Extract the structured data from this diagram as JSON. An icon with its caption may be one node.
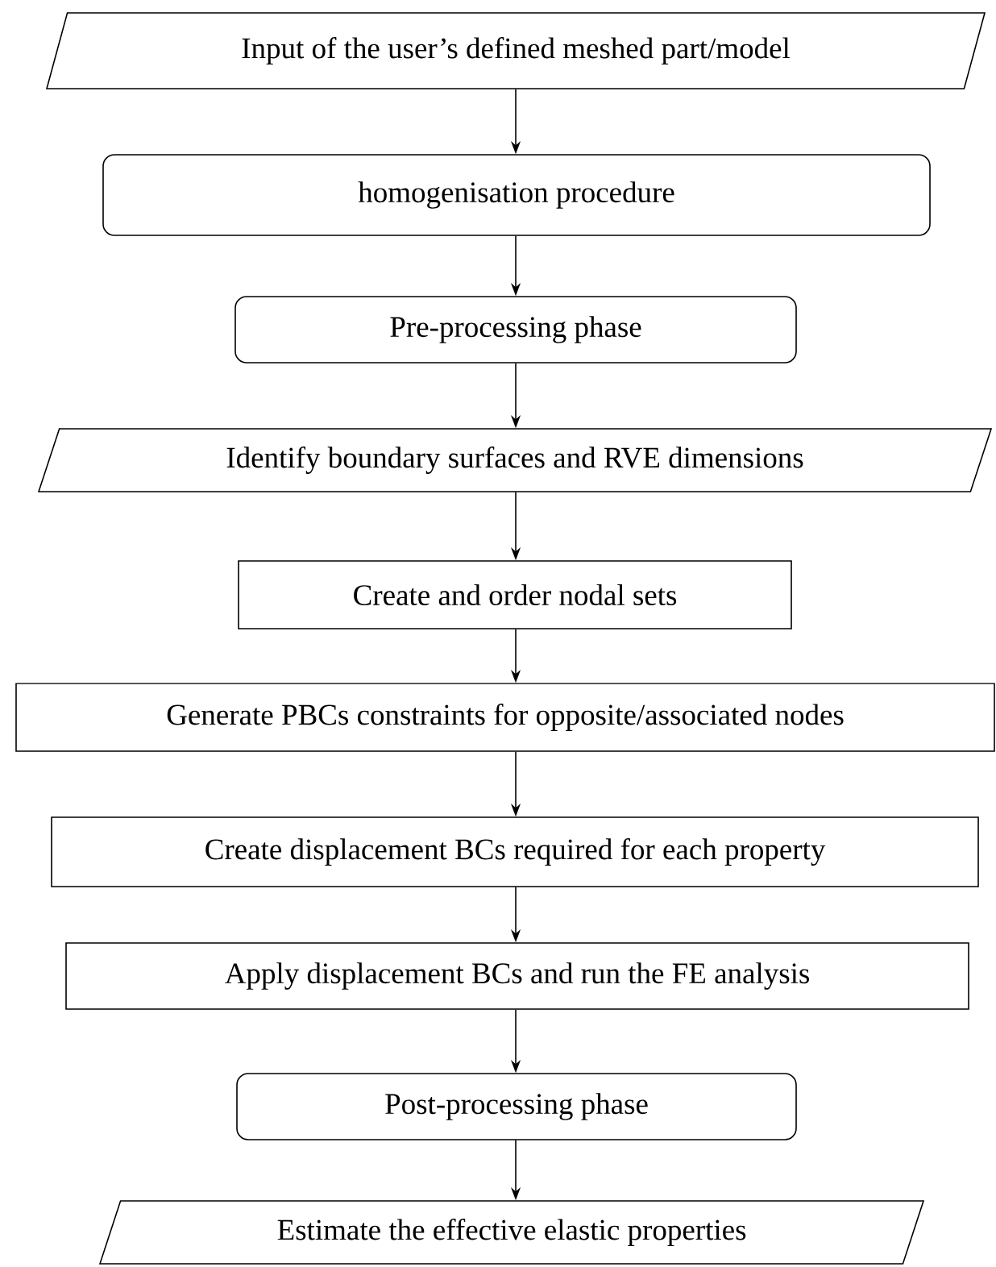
{
  "diagram": {
    "nodes": [
      {
        "text": [
          "Input of the user’s defined meshed part/model"
        ]
      },
      {
        "text": [
          "homogenisation procedure"
        ]
      },
      {
        "text": [
          "Pre-processing phase"
        ]
      },
      {
        "text": [
          "Identify boundary surfaces and RVE dimensions"
        ]
      },
      {
        "text": [
          "Create and order nodal sets"
        ]
      },
      {
        "text": [
          "Generate PBCs constraints for opposite/associated nodes"
        ]
      },
      {
        "text": [
          "Create displacement BCs required for each property"
        ]
      },
      {
        "text": [
          "Apply displacement BCs and run the FE analysis"
        ]
      },
      {
        "text": [
          "Post-processing phase"
        ]
      },
      {
        "text": [
          "Estimate the effective elastic properties"
        ]
      }
    ],
    "edges": [
      {
        "from": 0,
        "to": 1,
        "arrow": "to"
      },
      {
        "from": 1,
        "to": 2,
        "arrow": "to"
      },
      {
        "from": 2,
        "to": 3,
        "arrow": "to"
      },
      {
        "from": 3,
        "to": 4,
        "arrow": "to"
      },
      {
        "from": 4,
        "to": 5,
        "arrow": "to"
      },
      {
        "from": 5,
        "to": 6,
        "arrow": "to"
      },
      {
        "from": 6,
        "to": 7,
        "arrow": "to"
      },
      {
        "from": 7,
        "to": 8,
        "arrow": "to"
      },
      {
        "from": 8,
        "to": 9,
        "arrow": "to"
      }
    ]
  }
}
